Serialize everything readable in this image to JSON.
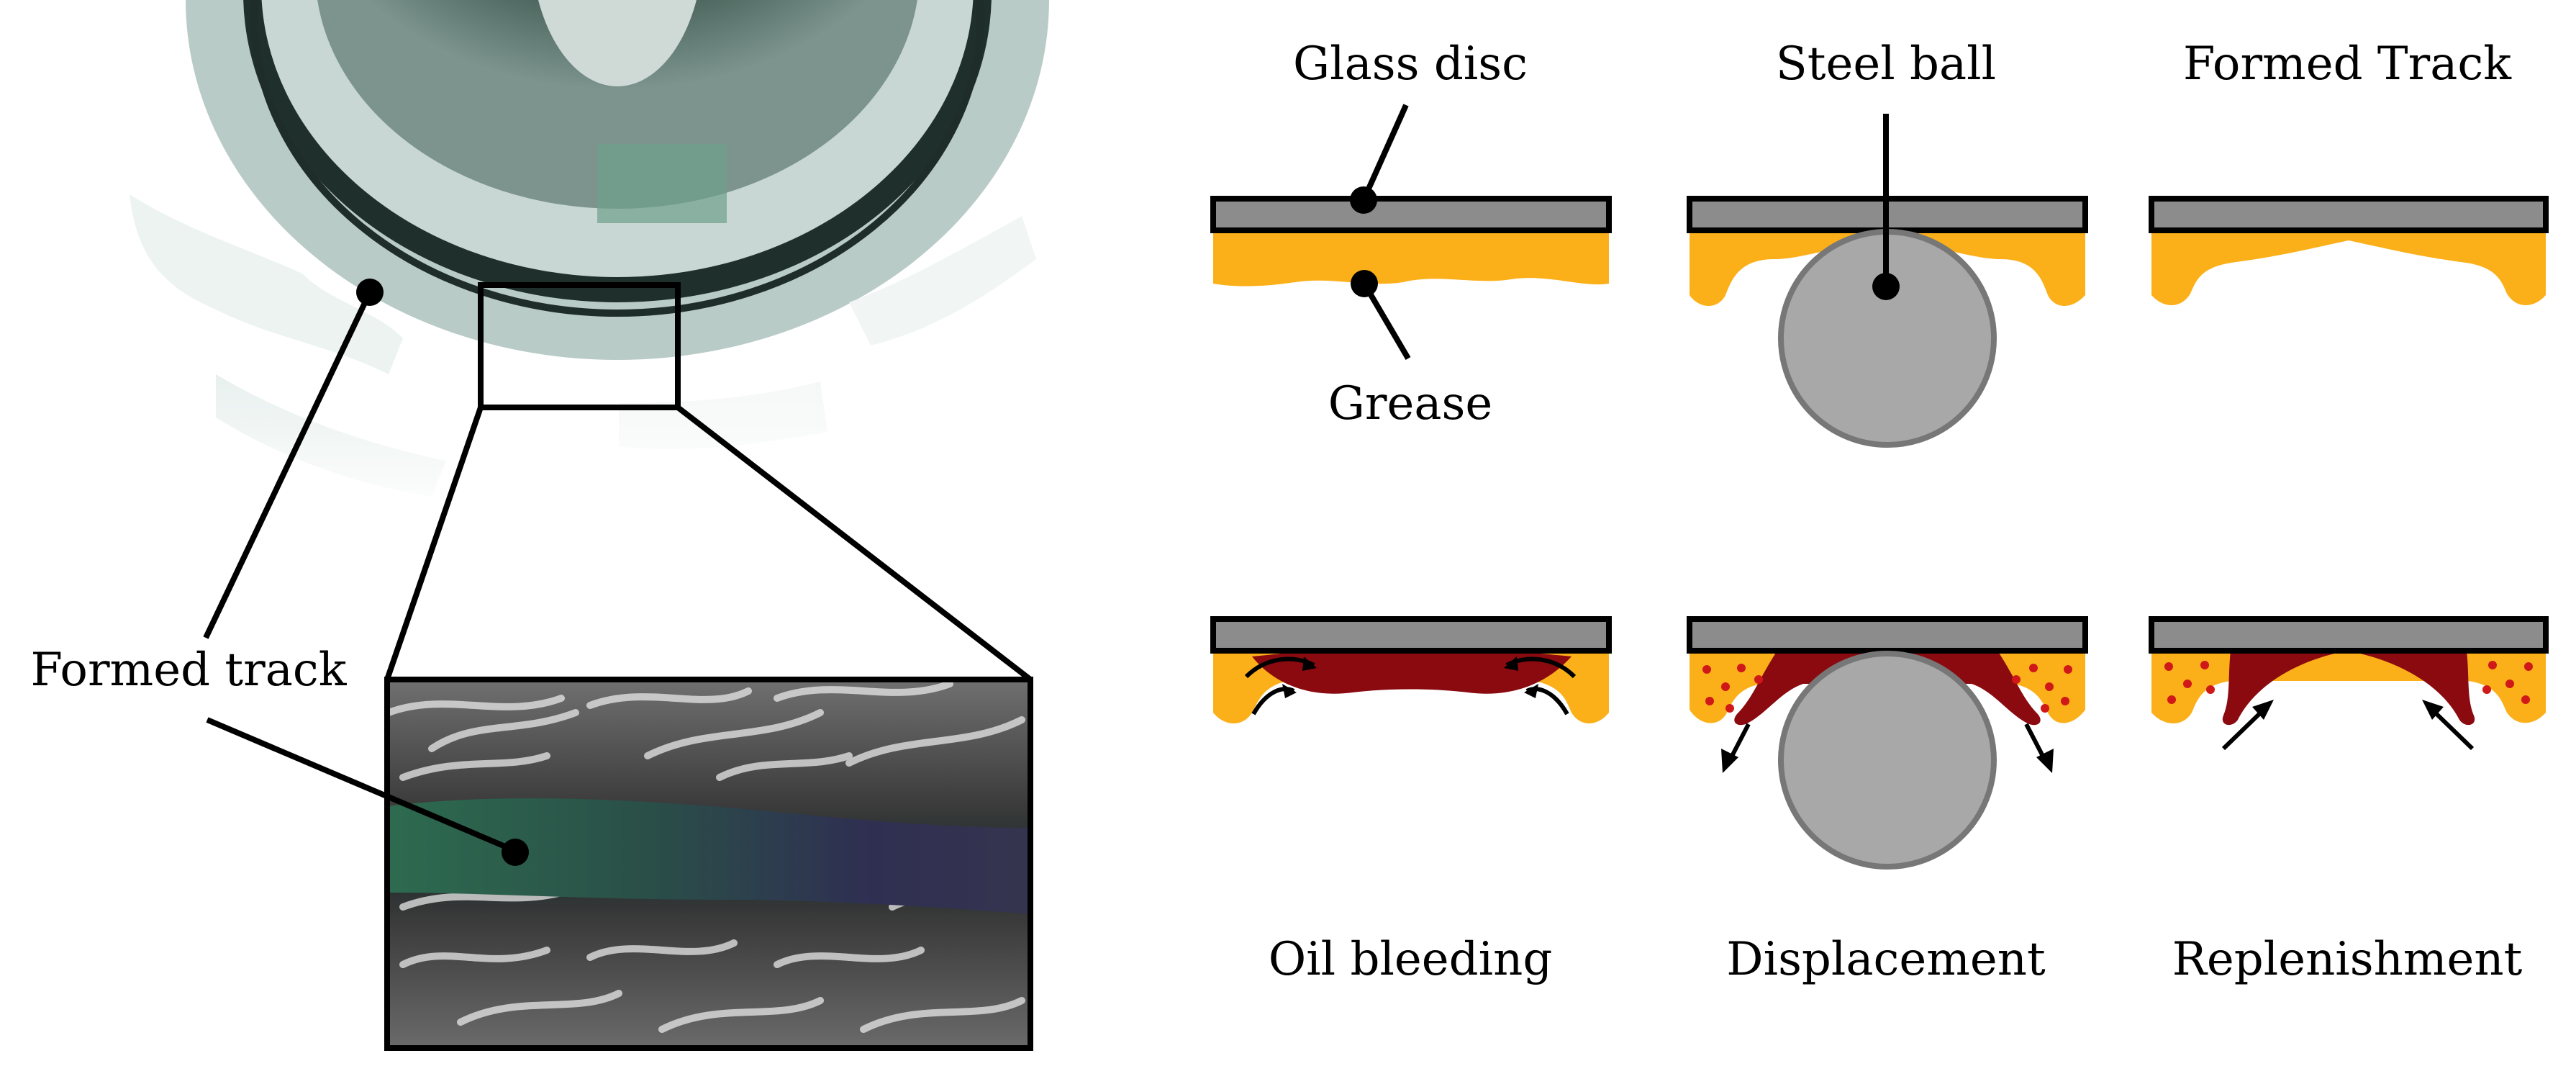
{
  "photo_labels": {
    "formed_track": "Formed track"
  },
  "diagram_labels": {
    "glass_disc": "Glass disc",
    "grease": "Grease",
    "steel_ball": "Steel ball",
    "formed_track_title": "Formed Track",
    "oil_bleeding": "Oil bleeding",
    "displacement": "Displacement",
    "replenishment": "Replenishment"
  },
  "colors": {
    "grease": "#fbb01a",
    "oil_rich": "#8a0a10",
    "disc": "#8c8c8c",
    "ball": "#a8a8a8",
    "oil_dots": "#d01818"
  }
}
